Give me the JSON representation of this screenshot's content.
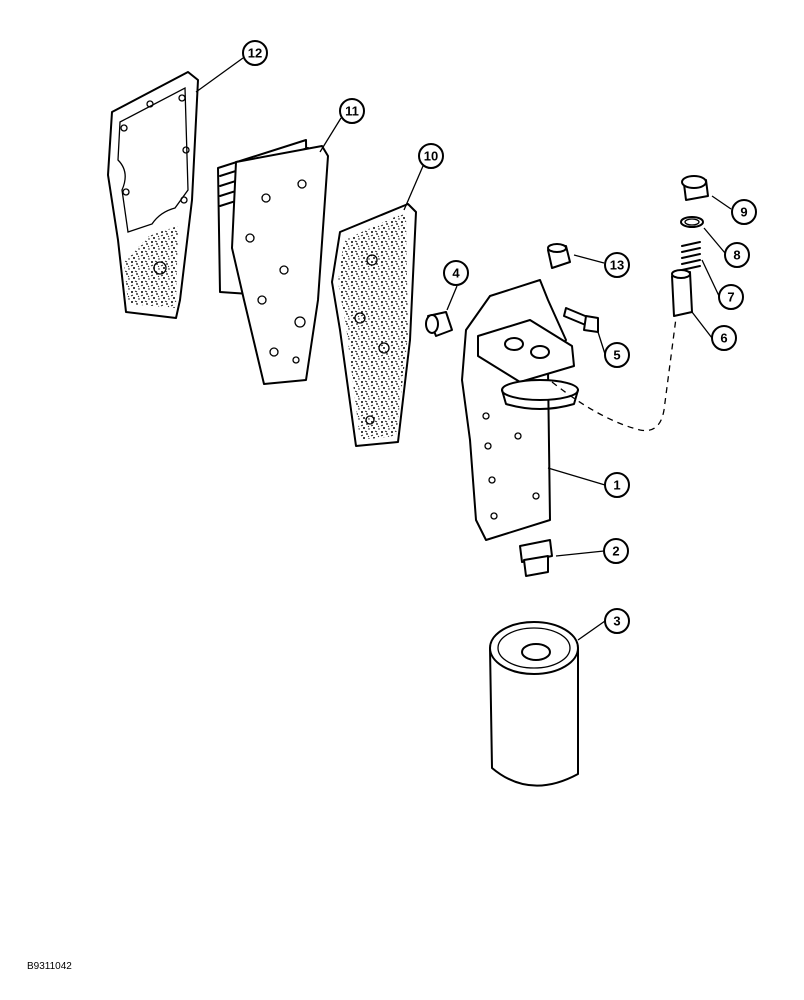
{
  "callouts": [
    "12",
    "11",
    "10",
    "9",
    "8",
    "13",
    "4",
    "7",
    "5",
    "6",
    "1",
    "2",
    "3"
  ],
  "figure_code": "B9311042"
}
